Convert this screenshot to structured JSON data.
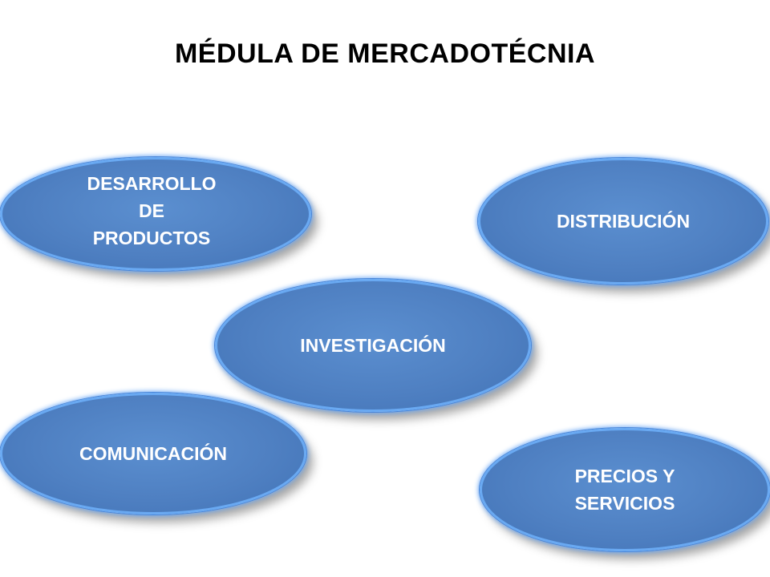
{
  "title": "MÉDULA DE MERCADOTÉCNIA",
  "nodes": {
    "desarrollo": "DESARROLLO\nDE\nPRODUCTOS",
    "distribucion": "DISTRIBUCIÓN",
    "investigacion": "INVESTIGACIÓN",
    "comunicacion": "COMUNICACIÓN",
    "precios": "PRECIOS Y\nSERVICIOS"
  },
  "colors": {
    "node_fill": "#4f80c2",
    "node_glow": "#69a9f2",
    "title_text": "#000000",
    "node_text": "#ffffff"
  }
}
